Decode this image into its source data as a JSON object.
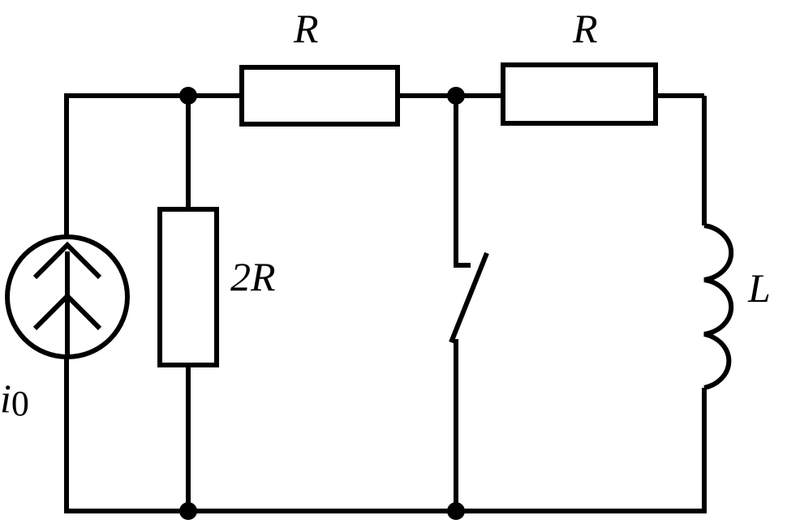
{
  "components": {
    "resistor_top_left": {
      "label": "R"
    },
    "resistor_top_right": {
      "label": "R"
    },
    "resistor_vertical": {
      "label": "2R"
    },
    "inductor": {
      "label": "L"
    },
    "current_source": {
      "label_main": "i",
      "label_sub": "0"
    },
    "switch": {
      "state": "open"
    }
  },
  "colors": {
    "stroke": "#000000",
    "background": "#ffffff"
  }
}
